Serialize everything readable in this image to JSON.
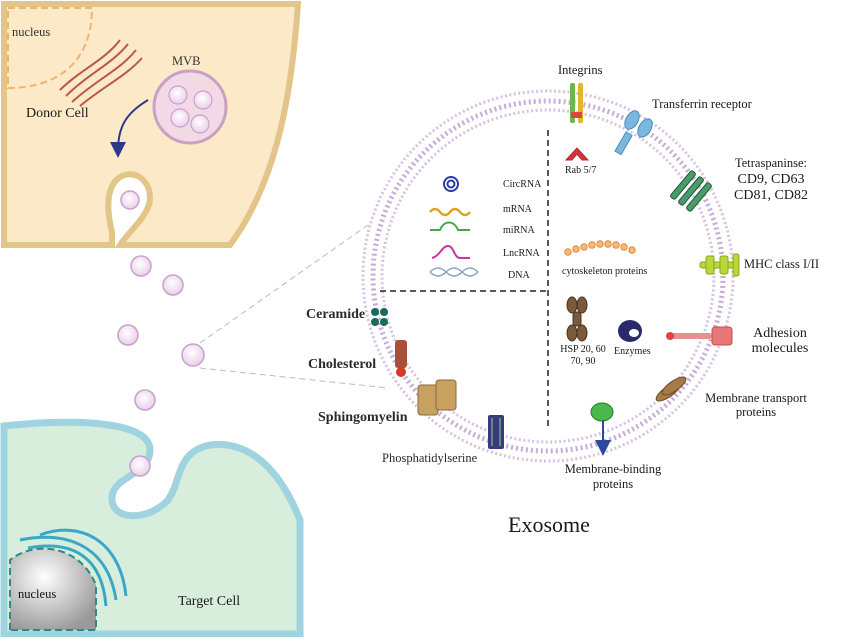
{
  "donor_cell": {
    "label": "Donor Cell",
    "nucleus_label": "nucleus",
    "mvb_label": "MVB"
  },
  "target_cell": {
    "label": "Target Cell",
    "nucleus_label": "nucleus"
  },
  "title": "Exosome",
  "cargo": {
    "circrna": "CircRNA",
    "mrna": "mRNA",
    "mirna": "miRNA",
    "lncrna": "LncRNA",
    "dna": "DNA",
    "rab": "Rab 5/7",
    "cytoskeleton": "cytoskeleton proteins",
    "hsp_line1": "HSP 20, 60",
    "hsp_line2": "70, 90",
    "enzymes": "Enzymes"
  },
  "membrane": {
    "integrins": "Integrins",
    "transferrin": "Transferrin receptor",
    "tetraspanins_line1": "Tetraspaninse:",
    "tetraspanins_line2": "CD9, CD63",
    "tetraspanins_line3": "CD81, CD82",
    "mhc": "MHC class I/II",
    "adhesion_line1": "Adhesion",
    "adhesion_line2": "molecules",
    "transport_line1": "Membrane transport",
    "transport_line2": "proteins",
    "binding_line1": "Membrane-binding",
    "binding_line2": "proteins"
  },
  "lipids": {
    "ceramide": "Ceramide",
    "cholesterol": "Cholesterol",
    "sphingomyelin": "Sphingomyelin",
    "phosphatidylserine": "Phosphatidylserine"
  },
  "colors": {
    "donor_fill": "#fce9c8",
    "donor_border": "#e3c489",
    "target_fill": "#d7eedd",
    "target_border": "#9fd3df",
    "membrane": "#c7aad9",
    "vesicle": "#f6e9f6"
  }
}
